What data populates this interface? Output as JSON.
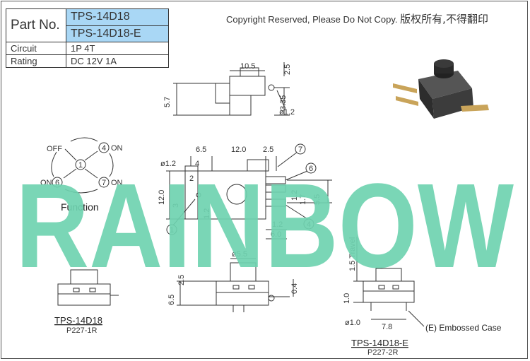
{
  "spec_table": {
    "part_no_label": "Part  No.",
    "part_numbers": [
      "TPS-14D18",
      "TPS-14D18-E"
    ],
    "circuit_label": "Circuit",
    "circuit_value": "1P  4T",
    "rating_label": "Rating",
    "rating_value": "DC  12V  1A"
  },
  "copyright": {
    "text_en": "Copyright Reserved, Please Do Not Copy.",
    "text_cn": "版权所有,不得翻印"
  },
  "watermark": "RAINBOW",
  "function_diagram": {
    "title": "Function",
    "positions": {
      "center": "1",
      "off": "OFF",
      "p4": "4",
      "p4_state": "ON",
      "p6": "6",
      "p6_state": "ON",
      "p7": "7",
      "p7_state": "ON"
    }
  },
  "top_view_dims": {
    "d1": "10.5",
    "d2": "2.5",
    "d3": "5.7",
    "d4": "3.35",
    "d5": "ø1.2"
  },
  "pcb_dims": {
    "d_65": "6.5",
    "d_120": "12.0",
    "d_25": "2.5",
    "d_12hole": "ø1.2",
    "d_4": "4",
    "d_2": "2",
    "d_3": "3",
    "d_12v": "12.0",
    "d_12a": "1.2",
    "d_17": "1.7",
    "d_55": "5.5",
    "d_12b": "1.2",
    "d_12c": "1.2",
    "d_60": "6.0",
    "pins": [
      "1",
      "4",
      "6",
      "7"
    ]
  },
  "front_dims": {
    "d_55": "ø5.5",
    "d_25": "2.5",
    "d_65": "6.5",
    "d_04": "0.4"
  },
  "e_dims": {
    "travel": "1.5 Travel",
    "d_10": "1.0",
    "d_pin": "ø1.0",
    "d_78": "7.8",
    "embossed": "(E) Embossed Case"
  },
  "labels": {
    "model_a": "TPS-14D18",
    "model_a_code": "P227-1R",
    "model_b": "TPS-14D18-E",
    "model_b_code": "P227-2R"
  },
  "colors": {
    "header_blue": "#a9d7f5",
    "watermark_green": "#6fd3b0",
    "photo_dark": "#3a3a3a"
  }
}
